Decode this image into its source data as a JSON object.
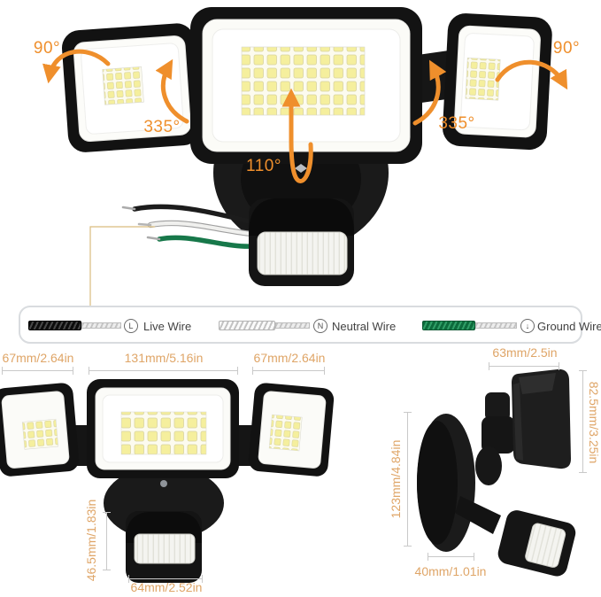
{
  "product_photo": {
    "angles": {
      "left_head_swivel": "90°",
      "left_arm_rotation": "335°",
      "center_head_tilt": "110°",
      "right_arm_rotation": "335°",
      "right_head_swivel": "90°"
    }
  },
  "wire_legend": {
    "items": [
      {
        "symbol": "L",
        "label": "Live Wire",
        "wire_color": "#1c1c1c"
      },
      {
        "symbol": "N",
        "label": "Neutral Wire",
        "wire_color": "#f2f2f0"
      },
      {
        "symbol": "↓",
        "label": "Ground Wire",
        "wire_color": "#167445"
      }
    ]
  },
  "front_view": {
    "left_head_width": "67mm/2.64in",
    "center_head_width": "131mm/5.16in",
    "right_head_width": "67mm/2.64in",
    "sensor_height": "46.5mm/1.83in",
    "sensor_width": "64mm/2.52in"
  },
  "side_view": {
    "head_depth": "63mm/2.5in",
    "head_height": "82.5mm/3.25in",
    "total_height": "123mm/4.84in",
    "base_depth": "40mm/1.01in"
  },
  "colors": {
    "angle_text": "#EF8F2C",
    "arrow": "#EF8F2C",
    "dimension_text": "#DFA567",
    "dimension_line": "#C9C9C9",
    "legend_border": "#D9DCDF",
    "legend_text": "#424242",
    "wire_green": "#167445"
  }
}
